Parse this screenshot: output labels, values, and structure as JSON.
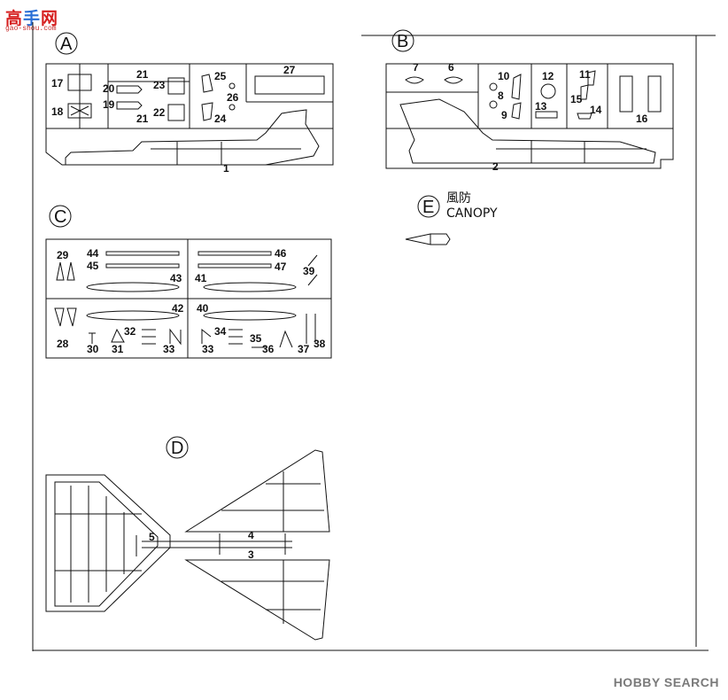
{
  "watermark": {
    "site_cn_a": "高",
    "site_cn_b": "手",
    "site_cn_c": "网",
    "site_url": "gao-shou.com",
    "brand": "HOBBY SEARCH"
  },
  "sprues": {
    "A": {
      "letter": "A",
      "parts": [
        "1",
        "17",
        "18",
        "20",
        "19",
        "21",
        "21",
        "23",
        "22",
        "25",
        "26",
        "24",
        "27"
      ]
    },
    "B": {
      "letter": "B",
      "parts": [
        "2",
        "7",
        "6",
        "10",
        "8",
        "9",
        "12",
        "13",
        "11",
        "15",
        "14",
        "16"
      ]
    },
    "C": {
      "letter": "C",
      "parts": [
        "29",
        "44",
        "45",
        "43",
        "46",
        "47",
        "39",
        "41",
        "42",
        "40",
        "28",
        "30",
        "31",
        "32",
        "33",
        "34",
        "35",
        "33",
        "36",
        "37",
        "38"
      ]
    },
    "D": {
      "letter": "D",
      "parts": [
        "5",
        "4",
        "3"
      ]
    },
    "E": {
      "letter": "E",
      "label_jp": "風防",
      "label_en": "CANOPY"
    }
  }
}
